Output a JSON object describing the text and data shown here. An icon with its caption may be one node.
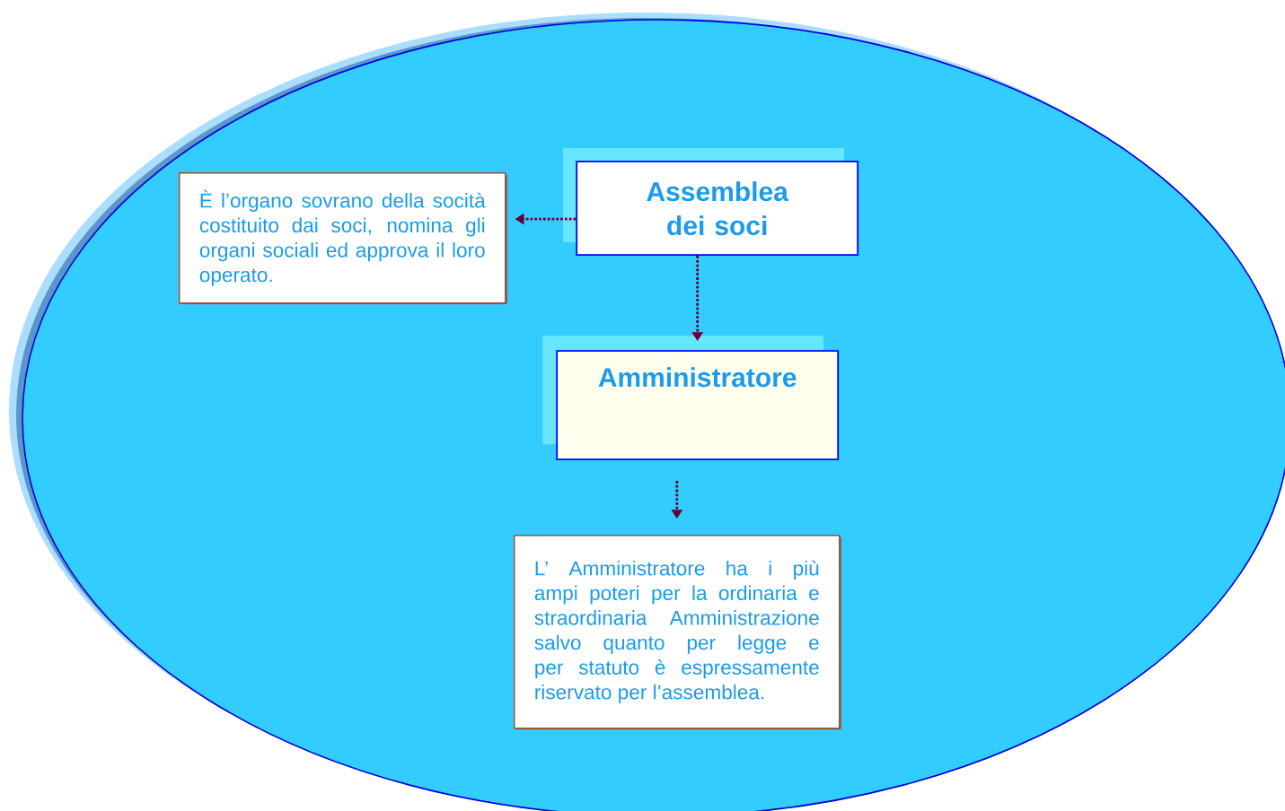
{
  "diagram": {
    "nodes": [
      {
        "text": [],
        "shape": "ellipse"
      },
      {
        "text": [
          "Assemblea dei soci"
        ],
        "in": 0
      },
      {
        "text": [
          "È l’organo sovrano della socità costituito dai soci, nomina gli organi sociali ed approva il loro operato."
        ],
        "in": 0
      },
      {
        "text": [
          "Amministratore"
        ],
        "in": 0
      },
      {
        "text": [
          "L’ Amministratore ha i più ampi poteri per la ordinaria e straordinaria Amministrazione salvo quanto per legge e per statuto è espressamente riservato per l’assemblea."
        ],
        "in": 0
      }
    ],
    "edges": [
      {
        "from": 1,
        "to": 2,
        "arrow": "to",
        "style": "dashed"
      },
      {
        "from": 1,
        "to": 3,
        "arrow": "to",
        "style": "dashed"
      },
      {
        "from": 3,
        "to": 4,
        "arrow": "to",
        "style": "dashed"
      }
    ]
  }
}
